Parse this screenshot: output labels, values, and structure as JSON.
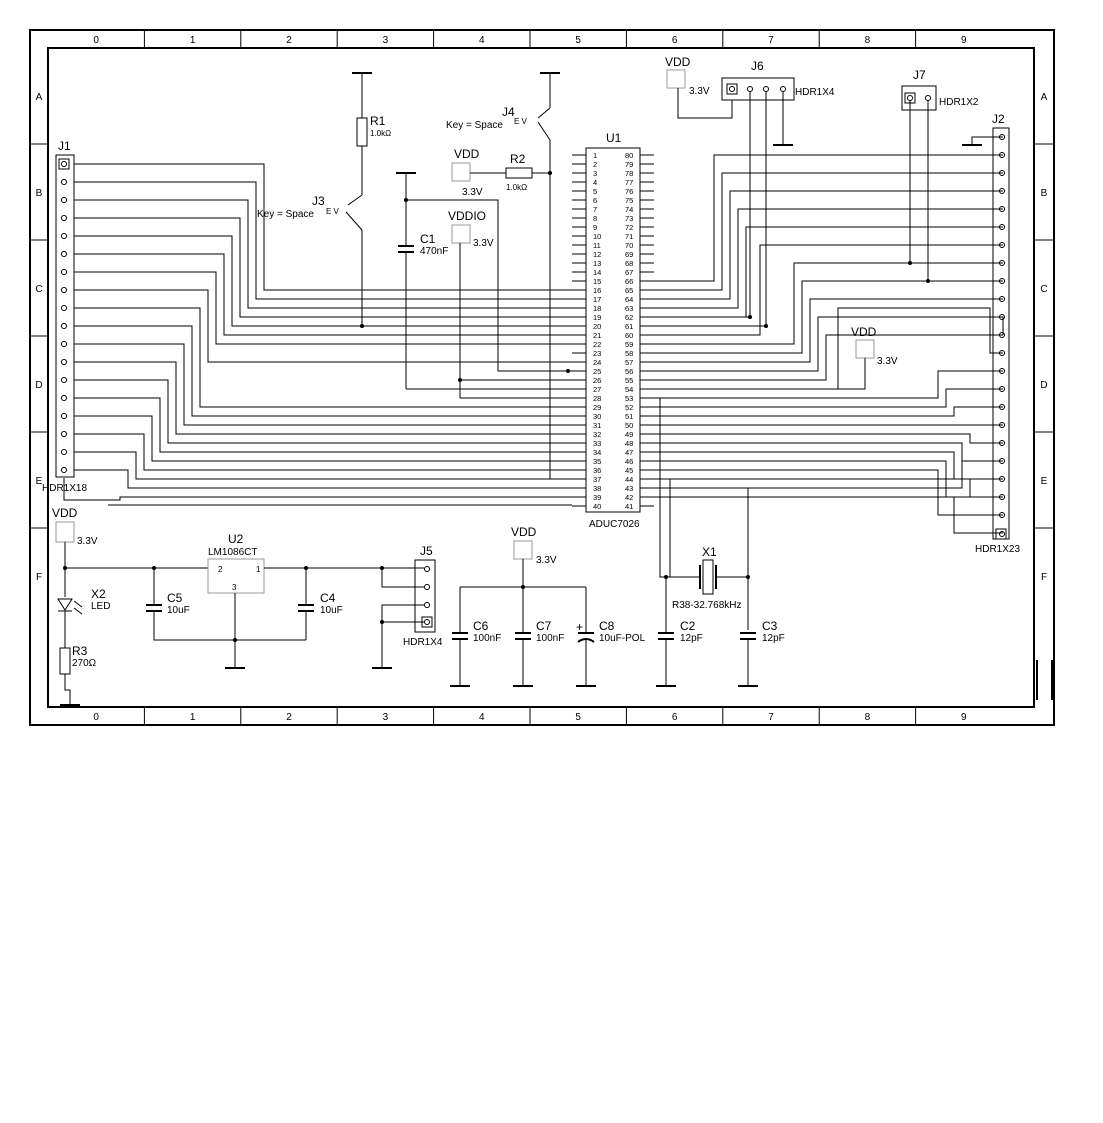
{
  "frame": {
    "columns": [
      "0",
      "1",
      "2",
      "3",
      "4",
      "5",
      "6",
      "7",
      "8",
      "9"
    ],
    "rows": [
      "A",
      "B",
      "C",
      "D",
      "E",
      "F"
    ]
  },
  "components": {
    "J1": {
      "ref": "J1",
      "type": "HDR1X18"
    },
    "J2": {
      "ref": "J2",
      "type": "HDR1X23"
    },
    "J3": {
      "ref": "J3",
      "key": "Key = Space",
      "pins": "E V"
    },
    "J4": {
      "ref": "J4",
      "key": "Key = Space",
      "pins": "E V"
    },
    "J5": {
      "ref": "J5",
      "type": "HDR1X4"
    },
    "J6": {
      "ref": "J6",
      "type": "HDR1X4"
    },
    "J7": {
      "ref": "J7",
      "type": "HDR1X2"
    },
    "R1": {
      "ref": "R1",
      "value": "1.0kΩ"
    },
    "R2": {
      "ref": "R2",
      "value": "1.0kΩ"
    },
    "R3": {
      "ref": "R3",
      "value": "270Ω"
    },
    "C1": {
      "ref": "C1",
      "value": "470nF"
    },
    "C2": {
      "ref": "C2",
      "value": "12pF"
    },
    "C3": {
      "ref": "C3",
      "value": "12pF"
    },
    "C4": {
      "ref": "C4",
      "value": "10uF"
    },
    "C5": {
      "ref": "C5",
      "value": "10uF"
    },
    "C6": {
      "ref": "C6",
      "value": "100nF"
    },
    "C7": {
      "ref": "C7",
      "value": "100nF"
    },
    "C8": {
      "ref": "C8",
      "value": "10uF-POL",
      "polarity": "+"
    },
    "U1": {
      "ref": "U1",
      "type": "ADUC7026"
    },
    "U2": {
      "ref": "U2",
      "type": "LM1086CT",
      "pin_left": "2",
      "pin_right": "1",
      "pin_bottom": "3"
    },
    "X1": {
      "ref": "X1",
      "type": "R38-32.768kHz"
    },
    "X2": {
      "ref": "X2",
      "type": "LED"
    }
  },
  "power": [
    {
      "name": "VDD",
      "value": "3.3V"
    },
    {
      "name": "VDDIO",
      "value": "3.3V"
    }
  ],
  "u1_left_pins": [
    "1",
    "2",
    "3",
    "4",
    "5",
    "6",
    "7",
    "8",
    "9",
    "10",
    "11",
    "12",
    "13",
    "14",
    "15",
    "16",
    "17",
    "18",
    "19",
    "20",
    "21",
    "22",
    "23",
    "24",
    "25",
    "26",
    "27",
    "28",
    "29",
    "30",
    "31",
    "32",
    "33",
    "34",
    "35",
    "36",
    "37",
    "38",
    "39",
    "40"
  ],
  "u1_right_pins": [
    "80",
    "79",
    "78",
    "77",
    "76",
    "75",
    "74",
    "73",
    "72",
    "71",
    "70",
    "69",
    "68",
    "67",
    "66",
    "65",
    "64",
    "63",
    "62",
    "61",
    "60",
    "59",
    "58",
    "57",
    "56",
    "55",
    "54",
    "53",
    "52",
    "51",
    "50",
    "49",
    "48",
    "47",
    "46",
    "45",
    "44",
    "43",
    "42",
    "41"
  ]
}
